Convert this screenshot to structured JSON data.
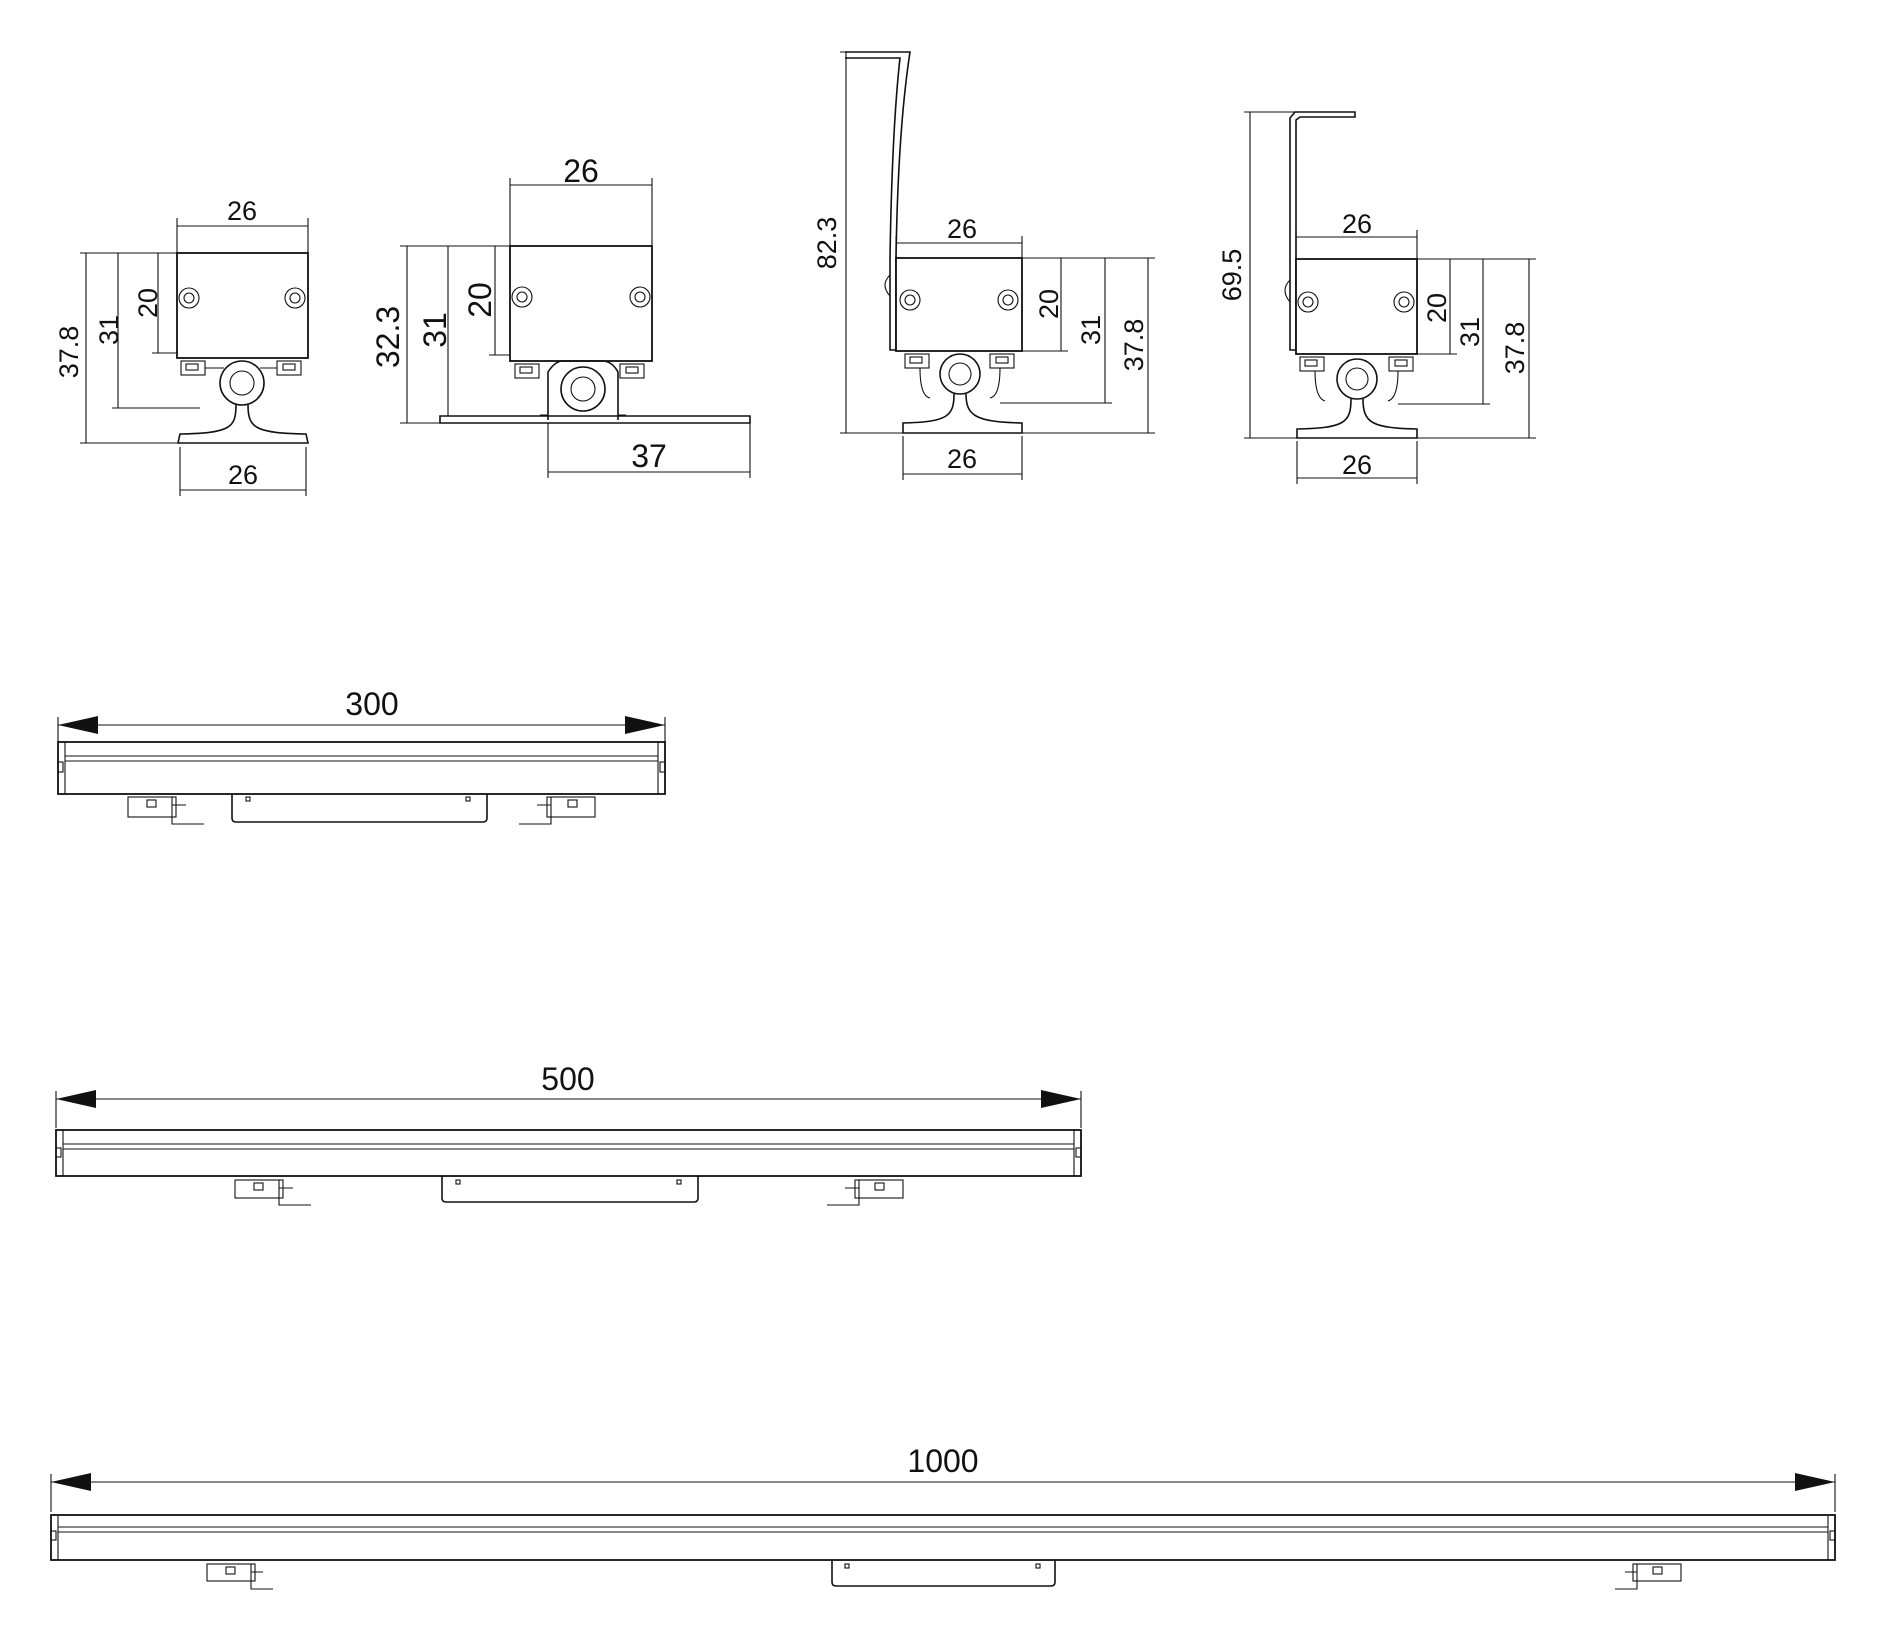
{
  "views": {
    "a": {
      "top_w": "26",
      "bot_w": "26",
      "h_total": "37.8",
      "h_31": "31",
      "h_20": "20"
    },
    "b": {
      "top_w": "26",
      "base_w": "37",
      "h_total": "32.3",
      "h_31": "31",
      "h_20": "20"
    },
    "c": {
      "top_w": "26",
      "bot_w": "26",
      "h_bracket": "82.3",
      "h_20": "20",
      "h_31": "31",
      "h_total": "37.8"
    },
    "d": {
      "top_w": "26",
      "bot_w": "26",
      "h_bracket": "69.5",
      "h_20": "20",
      "h_31": "31",
      "h_total": "37.8"
    }
  },
  "bars": {
    "bar300": {
      "length": "300"
    },
    "bar500": {
      "length": "500"
    },
    "bar1000": {
      "length": "1000"
    }
  }
}
